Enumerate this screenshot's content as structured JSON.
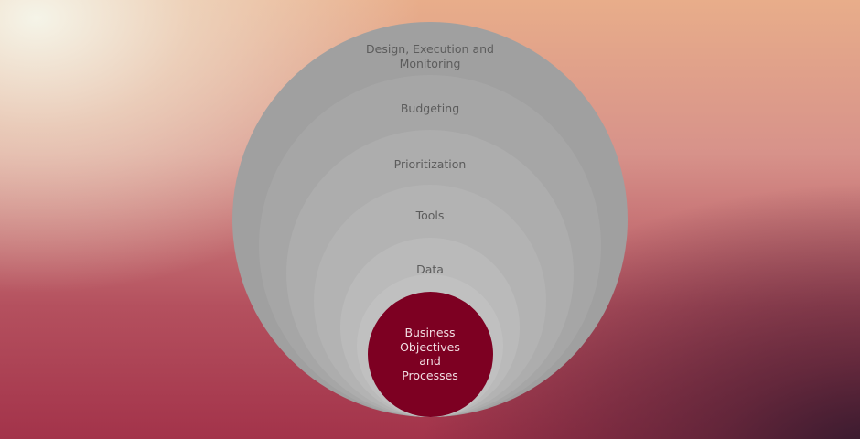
{
  "layers": [
    {
      "label": "Design, Execution and Monitoring",
      "line1": "Design, Execution and",
      "line2": "Monitoring",
      "color": "#a0a0a0"
    },
    {
      "label": "Budgeting",
      "color": "#a6a6a6"
    },
    {
      "label": "Prioritization",
      "color": "#adadad"
    },
    {
      "label": "Tools",
      "color": "#b3b3b3"
    },
    {
      "label": "Data",
      "color": "#bababa"
    }
  ],
  "core": {
    "lines": [
      "Business",
      "Objectives",
      "and",
      "Processes"
    ],
    "color": "#7d0022"
  }
}
